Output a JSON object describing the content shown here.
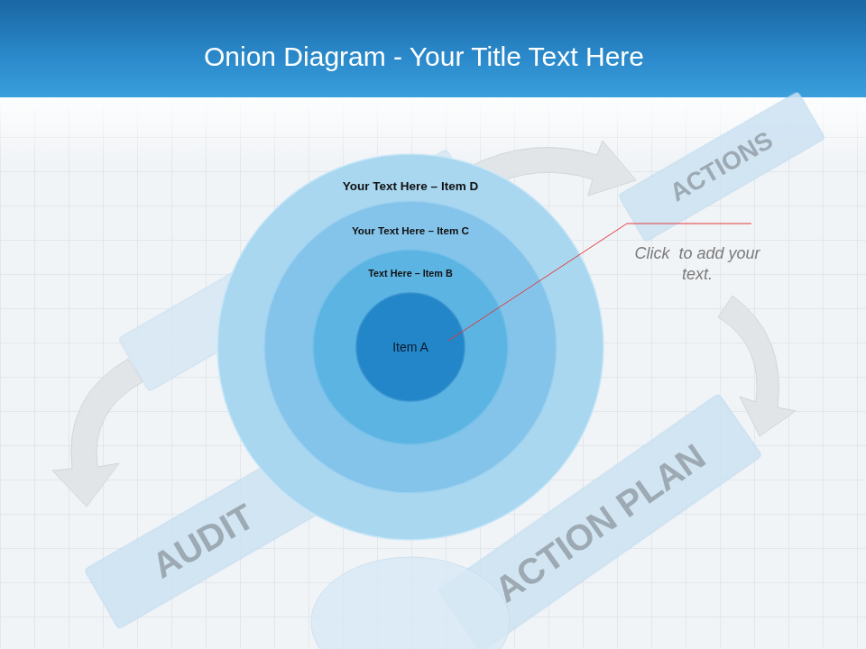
{
  "diagram": {
    "title": "Onion Diagram - Your Title Text Here",
    "nodes": [
      {
        "text": [
          "Your Text Here – Item D"
        ]
      },
      {
        "text": [
          "Your Text Here – Item C"
        ],
        "in": 0
      },
      {
        "text": [
          "Text Here – Item B"
        ],
        "in": 1
      },
      {
        "text": [
          "Item A"
        ],
        "in": 2
      }
    ],
    "labels": [
      "ACTIONS",
      "Click  to add your text.",
      "ACTION PLAN",
      "AUDIT"
    ]
  }
}
